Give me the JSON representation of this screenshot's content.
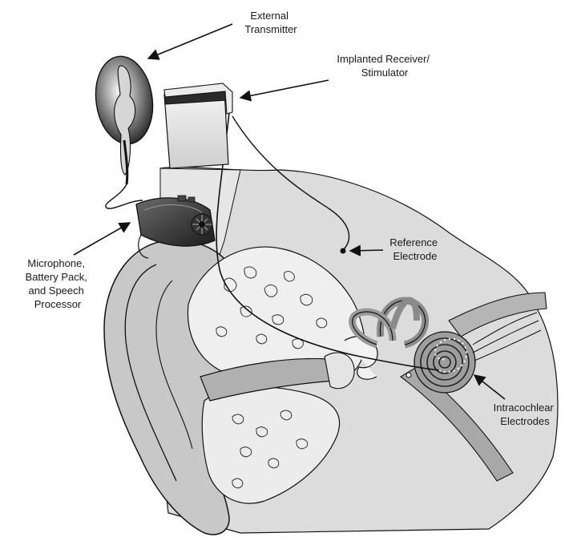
{
  "labels": {
    "external_transmitter": [
      "External",
      "Transmitter"
    ],
    "implanted_receiver": [
      "Implanted Receiver/",
      "Stimulator"
    ],
    "reference_electrode": [
      "Reference",
      "Electrode"
    ],
    "microphone": [
      "Microphone,",
      "Battery Pack,",
      "and Speech",
      "Processor"
    ],
    "intracochlear": [
      "Intracochlear",
      "Electrodes"
    ]
  },
  "colors": {
    "line": "#111111",
    "skin": "#d9d9d9",
    "skin_dark": "#bcbcbc",
    "bone": "#eeeeee",
    "canal": "#a9a9a9",
    "cochlea": "#8f8f8f",
    "device_dark": "#3a3a3a"
  }
}
